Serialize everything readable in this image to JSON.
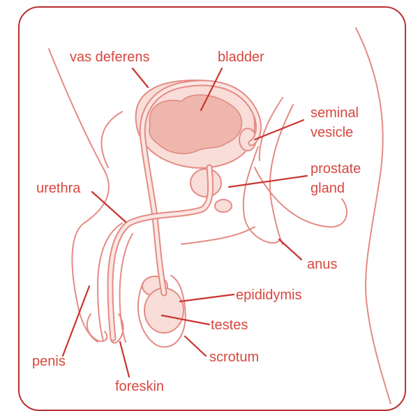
{
  "labels": {
    "vas_deferens": "vas deferens",
    "bladder": "bladder",
    "seminal_vesicle_line1": "seminal",
    "seminal_vesicle_line2": "vesicle",
    "prostate_line1": "prostate",
    "prostate_line2": "gland",
    "urethra": "urethra",
    "anus": "anus",
    "epididymis": "epididymis",
    "testes": "testes",
    "scrotum": "scrotum",
    "penis": "penis",
    "foreskin": "foreskin"
  },
  "colors": {
    "frame_border": "#b83030",
    "label_text": "#d7473f",
    "leader_line": "#c9352f",
    "anatomy_outline": "#e48b84",
    "organ_fill": "#f8ddd8",
    "bladder_inner": "#efb6ad"
  }
}
